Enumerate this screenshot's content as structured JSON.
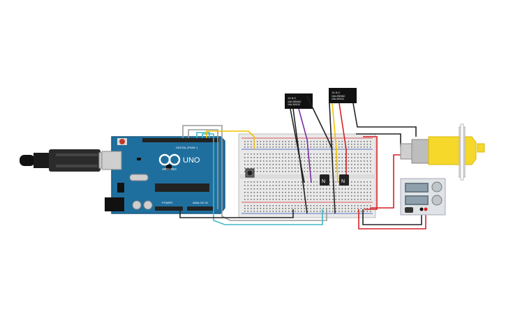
{
  "arduino": {
    "brand": "ARDUINO",
    "model": "UNO",
    "digital_header": "DIGITAL (PWM~)",
    "power_header": "POWER",
    "analog_header": "ANALOG IN",
    "board_color": "#1f6f9e"
  },
  "relays": [
    {
      "title": "12-5-C",
      "lines": [
        "10A 250VAC",
        "10A 30VDC"
      ]
    },
    {
      "title": "12-5-C",
      "lines": [
        "10A 250VAC",
        "10A 30VDC"
      ]
    }
  ],
  "transistors": [
    {
      "label": "N"
    },
    {
      "label": "N"
    }
  ],
  "wire_colors": {
    "black": "#222222",
    "red": "#d61f26",
    "yellow": "#f2c200",
    "purple": "#7b2fa1",
    "cyan": "#3fb7c6",
    "gray": "#9a9a9a",
    "orange": "#e8a23a"
  },
  "motor": {
    "body_color": "#f5d82a"
  }
}
